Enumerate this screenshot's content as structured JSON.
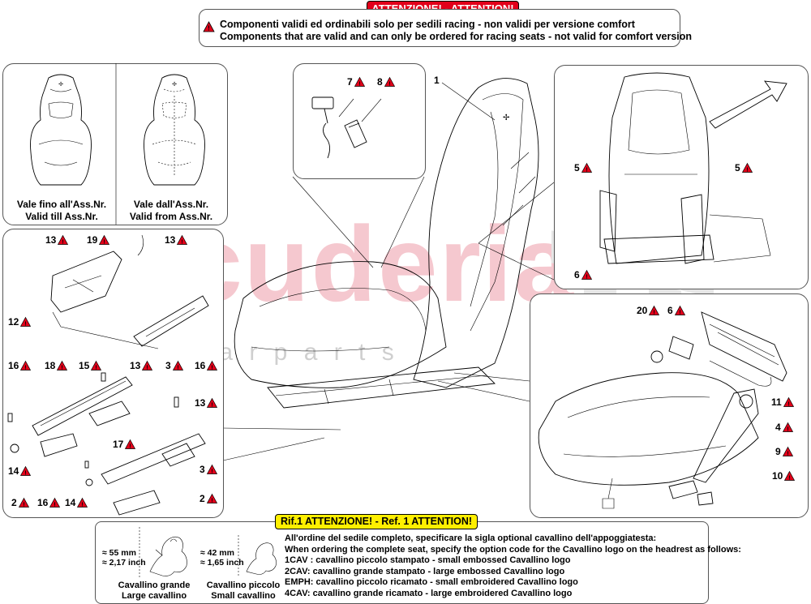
{
  "header": {
    "banner": "ATTENZIONE! - ATTENTION!",
    "line_it": "Componenti validi ed ordinabili solo per sedili racing - non validi per versione comfort",
    "line_en": "Components that are valid and can only be ordered for racing seats - not valid for comfort version"
  },
  "watermark": {
    "brand": "scuderia",
    "sub": "c a r p a r t s"
  },
  "top_left_panel": {
    "left_caption_it": "Vale fino all'Ass.Nr.",
    "left_caption_en": "Valid till Ass.Nr.",
    "right_caption_it": "Vale dall'Ass.Nr.",
    "right_caption_en": "Valid from Ass.Nr."
  },
  "callouts": {
    "c1": "1",
    "c7": "7",
    "c8": "8",
    "c5a": "5",
    "c5b": "5",
    "c6a": "6",
    "c13a": "13",
    "c19": "19",
    "c13b": "13",
    "c12": "12",
    "c16a": "16",
    "c18": "18",
    "c15": "15",
    "c13c": "13",
    "c3a": "3",
    "c16b": "16",
    "c13d": "13",
    "c17": "17",
    "c14a": "14",
    "c3b": "3",
    "c2a": "2",
    "c16c": "16",
    "c14b": "14",
    "c2b": "2",
    "c20": "20",
    "c6b": "6",
    "c11": "11",
    "c4": "4",
    "c9": "9",
    "c10": "10"
  },
  "reference": {
    "banner": "Rif.1 ATTENZIONE! - Ref. 1 ATTENTION!",
    "large_dim_mm": "≈ 55 mm",
    "large_dim_in": "≈ 2,17 inch",
    "small_dim_mm": "≈ 42 mm",
    "small_dim_in": "≈ 1,65 inch",
    "large_caption_it": "Cavallino grande",
    "large_caption_en": "Large cavallino",
    "small_caption_it": "Cavallino piccolo",
    "small_caption_en": "Small cavallino",
    "lines": [
      "All'ordine del sedile completo, specificare la sigla optional cavallino dell'appoggiatesta:",
      "When ordering the complete seat, specify the option code for the Cavallino logo on the headrest as follows:",
      "1CAV : cavallino piccolo stampato - small embossed Cavallino logo",
      "2CAV: cavallino grande stampato - large embossed Cavallino logo",
      "EMPH: cavallino piccolo ricamato - small embroidered Cavallino logo",
      "4CAV: cavallino grande ricamato - large embroidered Cavallino logo"
    ]
  },
  "colors": {
    "warning_red": "#e2001a",
    "attention_yellow": "#ffef00",
    "watermark": "#f2b6bf"
  }
}
